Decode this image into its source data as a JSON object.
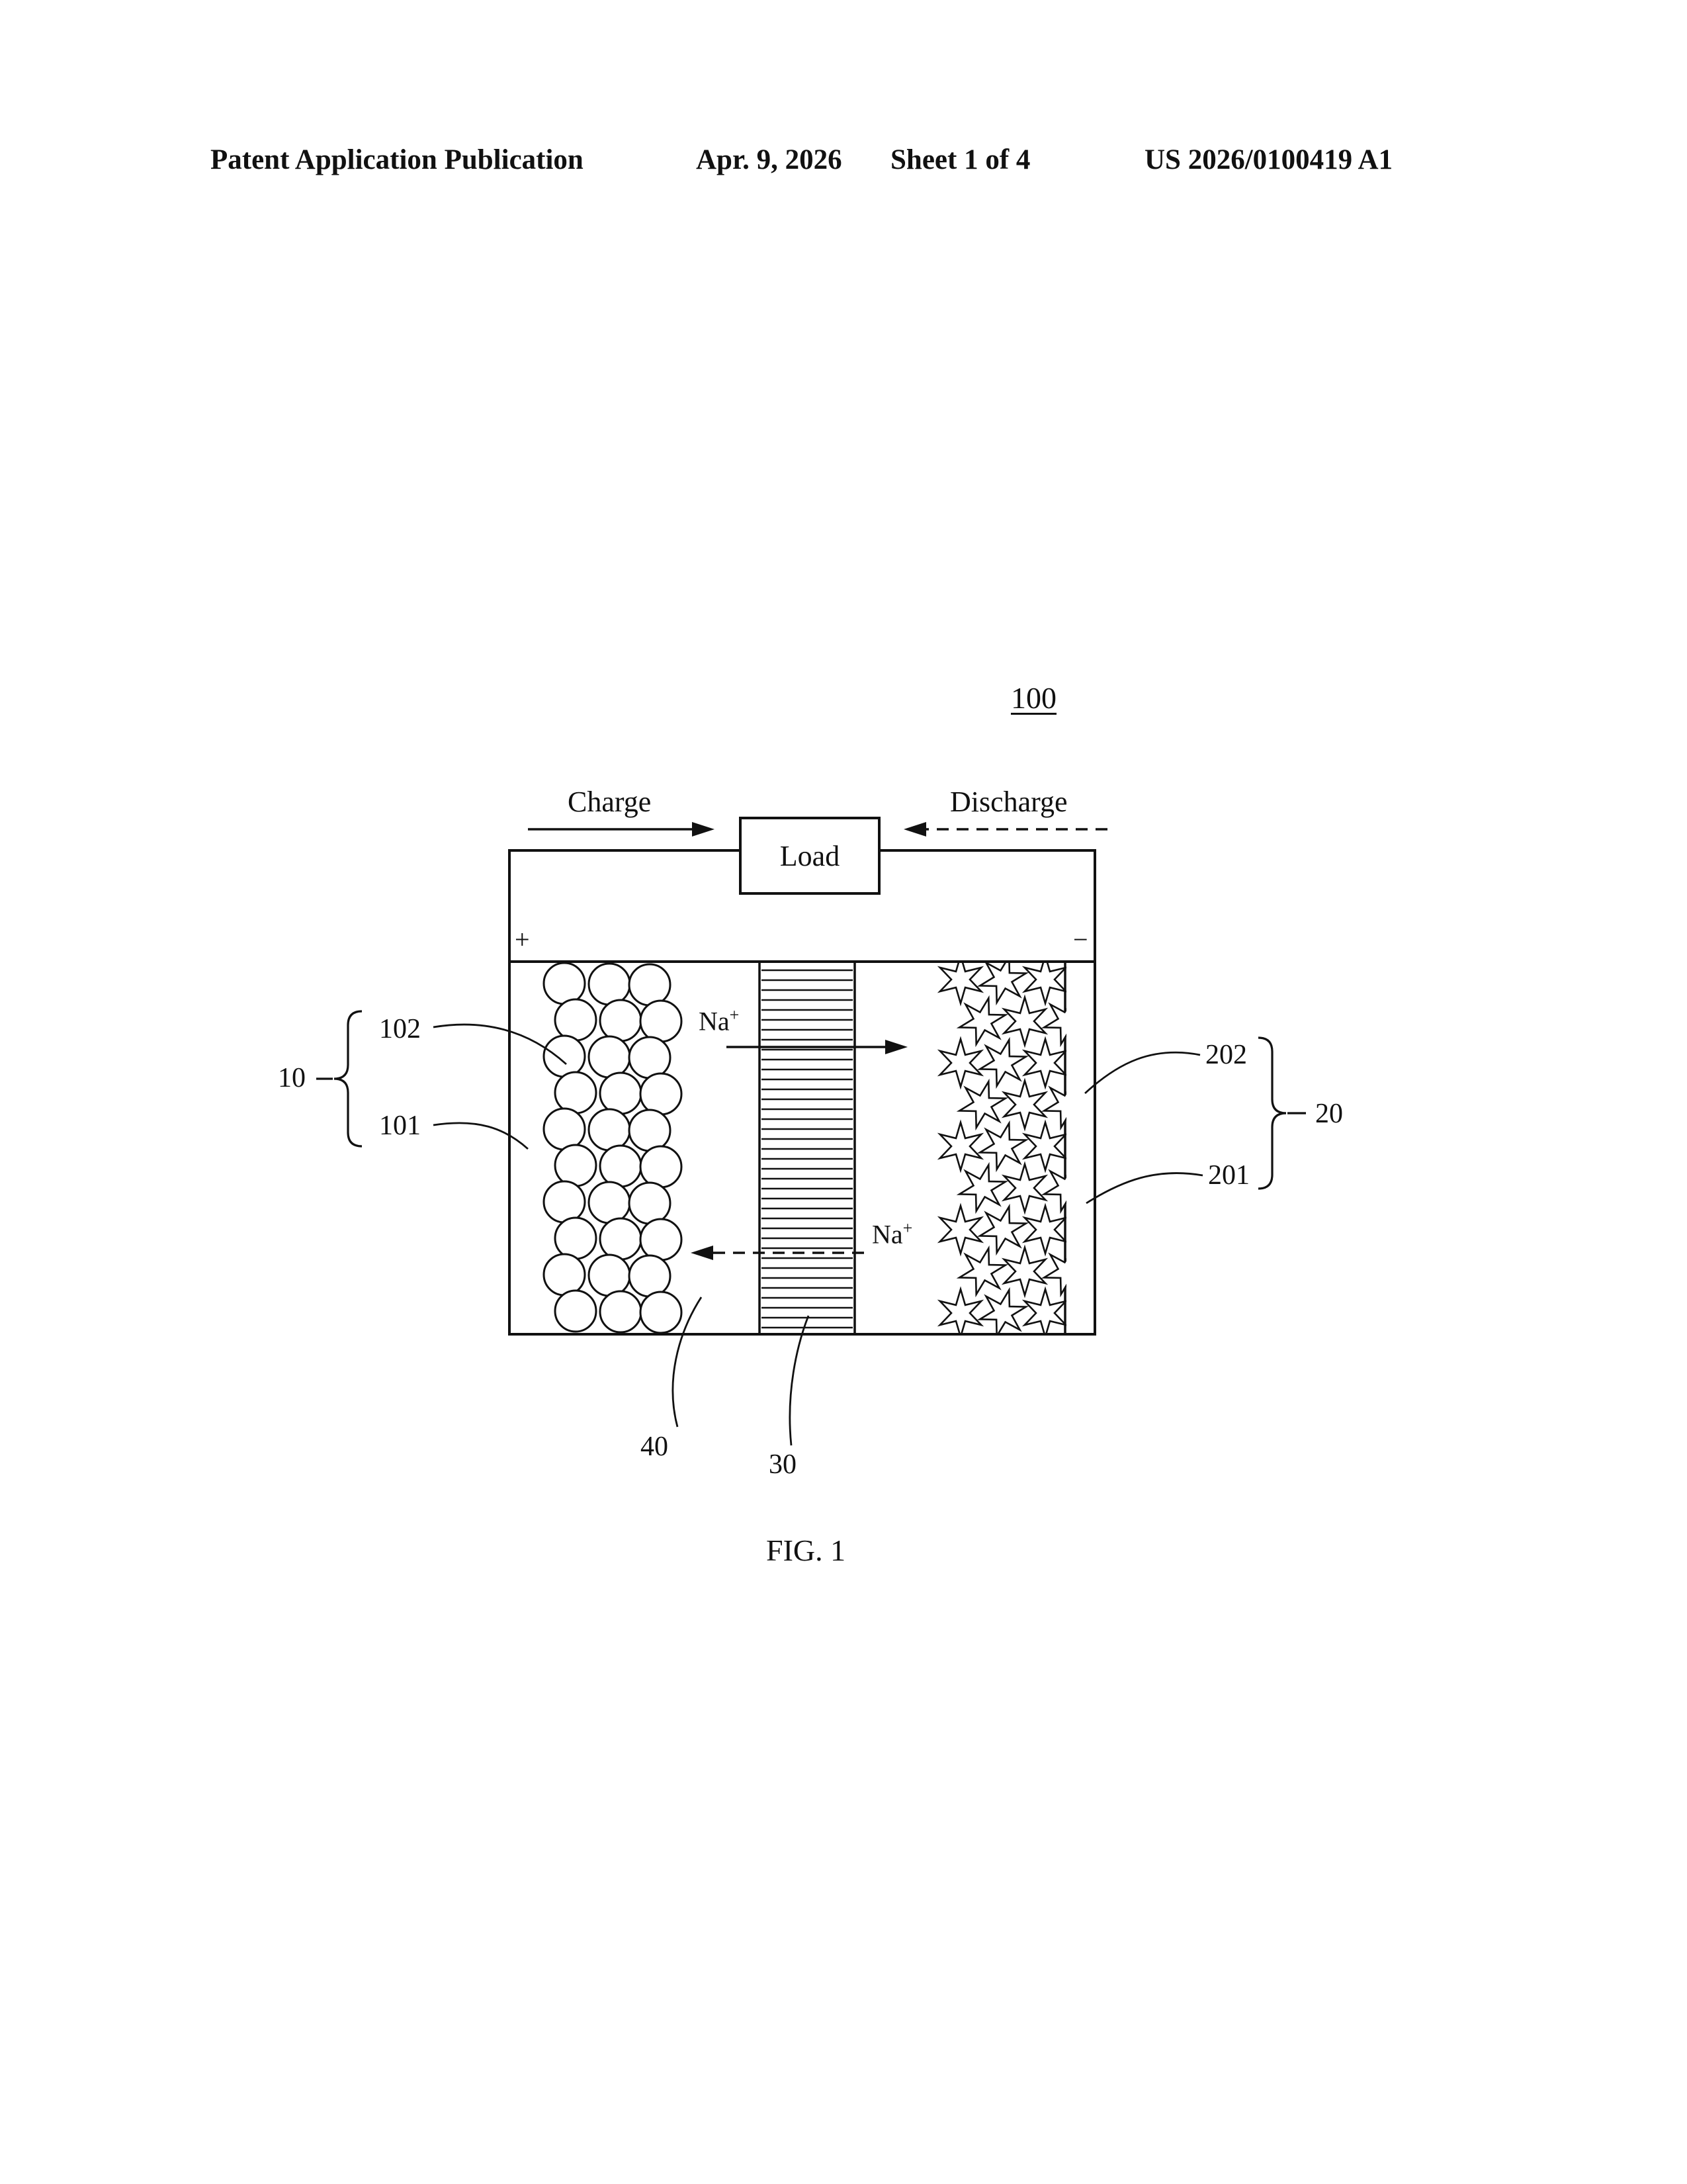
{
  "header": {
    "left": "Patent Application Publication",
    "date": "Apr. 9, 2026",
    "sheet": "Sheet 1 of 4",
    "patent_number": "US 2026/0100419 A1"
  },
  "figure": {
    "ref": "100",
    "caption": "FIG. 1",
    "charge_label": "Charge",
    "discharge_label": "Discharge",
    "load_label": "Load",
    "plus": "+",
    "minus": "−",
    "na": {
      "base": "Na",
      "sup": "+"
    },
    "refs": {
      "r10": "10",
      "r101": "101",
      "r102": "102",
      "r20": "20",
      "r201": "201",
      "r202": "202",
      "r30": "30",
      "r40": "40"
    }
  }
}
